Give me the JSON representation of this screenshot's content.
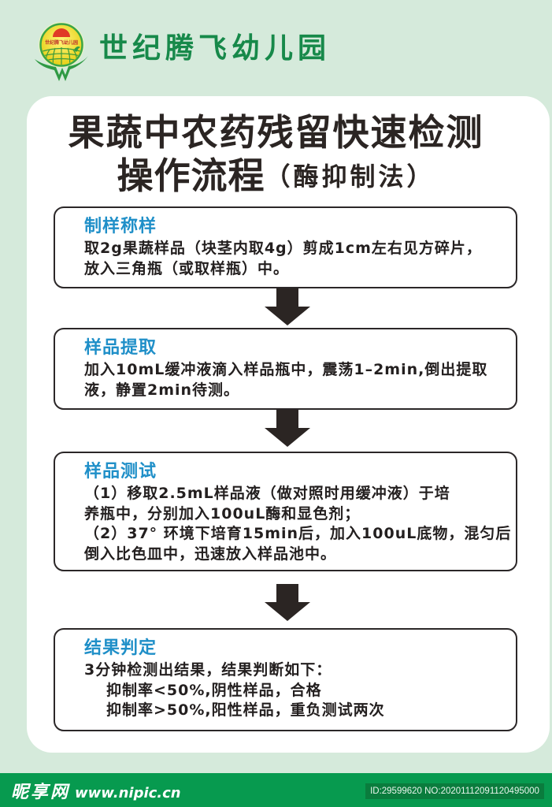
{
  "header": {
    "logo_icon": "kindergarten-logo-icon",
    "logo_text": "世纪腾飞幼儿园",
    "school_name": "世纪腾飞幼儿园"
  },
  "title": {
    "line1": "果蔬中农药残留快速检测",
    "line2_main": "操作流程",
    "line2_sub": "（酶抑制法）"
  },
  "steps": [
    {
      "title": "制样称样",
      "lines": [
        "取2g果蔬样品（块茎内取4g）剪成1cm左右见方碎片，",
        "放入三角瓶（或取样瓶）中。"
      ]
    },
    {
      "title": "样品提取",
      "lines": [
        "加入10mL缓冲液滴入样品瓶中，震荡1–2min,倒出提取",
        "液，静置2min待测。"
      ]
    },
    {
      "title": "样品测试",
      "lines": [
        "（1）移取2.5mL样品液（做对照时用缓冲液）于培",
        "养瓶中，分别加入100uL酶和显色剂；",
        "（2）37° 环境下培育15min后，加入100uL底物，混匀后",
        "倒入比色皿中，迅速放入样品池中。"
      ]
    },
    {
      "title": "结果判定",
      "lines": [
        "3分钟检测出结果，结果判断如下：",
        "抑制率<50%,阴性样品，合格",
        "抑制率>50%,阳性样品，重负测试两次"
      ]
    }
  ],
  "arrows": [
    {
      "icon": "arrow-down-icon"
    },
    {
      "icon": "arrow-down-icon"
    },
    {
      "icon": "arrow-down-icon"
    }
  ],
  "footer": {
    "site_name": "昵享网",
    "url": "www.nipic.cn",
    "id_text": "ID:29599620 NO:20201112091120495000"
  },
  "colors": {
    "background": "#d5eadb",
    "school_name": "#17894a",
    "step_title": "#1f8fc8",
    "text": "#231f1f",
    "arrow": "#2b2523",
    "footer": "#079a4f"
  }
}
